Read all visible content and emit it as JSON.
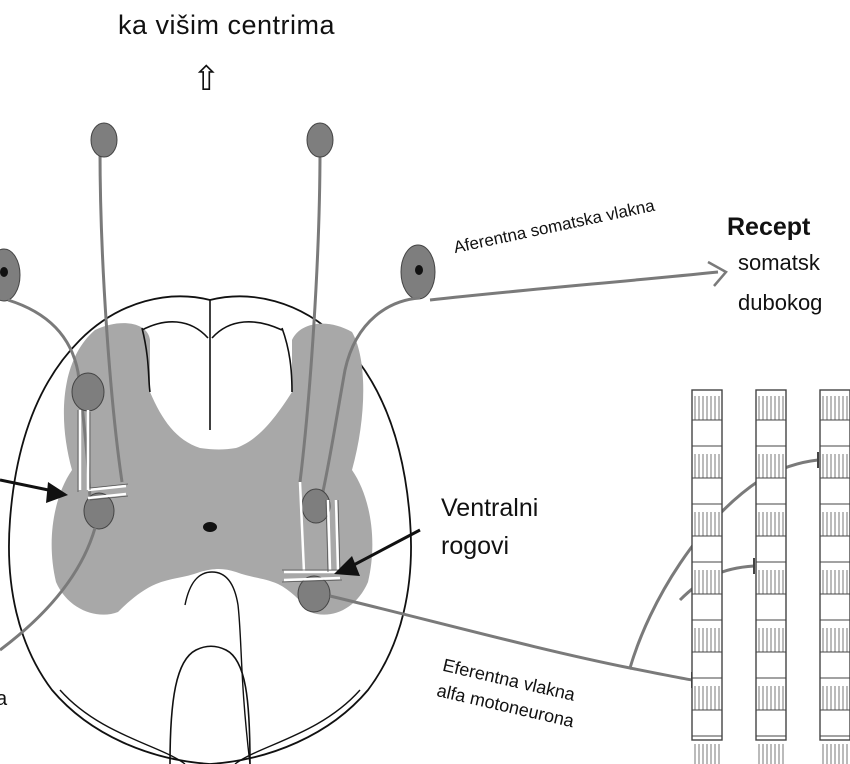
{
  "labels": {
    "top_title": "ka višim centrima",
    "up_arrow": "⇧",
    "afferent": "Aferentna somatska vlakna",
    "receptor_line1": "Recept",
    "receptor_line2": "somatsk",
    "receptor_line3": "dubokog",
    "ventral_line1": "Ventralni",
    "ventral_line2": "rogovi",
    "efferent_line1": "Eferentna vlakna",
    "efferent_line2": "alfa motoneurona",
    "left_cut": "a"
  },
  "colors": {
    "gray_matter": "#a8a8a8",
    "neuron_fill": "#7e7e7e",
    "fiber": "#7a7a7a",
    "outline": "#111111"
  }
}
